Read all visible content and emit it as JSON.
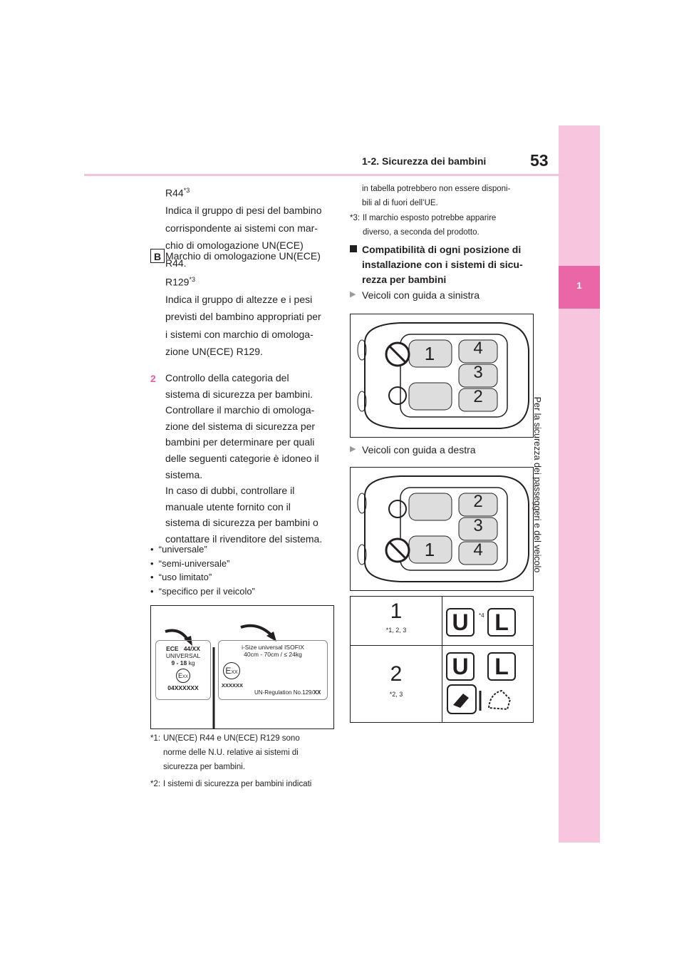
{
  "header": {
    "section": "1-2. Sicurezza dei bambini",
    "page_number": "53"
  },
  "side_tab": {
    "number": "1",
    "label": "Per la sicurezza dei passeggeri e del veicolo"
  },
  "left": {
    "r44_label": "R44",
    "r44_sup": "*3",
    "r44_desc": [
      "Indica il gruppo di pesi del bambino",
      "corrispondente ai sistemi con mar-",
      "chio di omologazione UN(ECE)",
      "R44."
    ],
    "b_marker": "B",
    "b_line1": "Marchio di omologazione UN(ECE)",
    "b_r129": "R129",
    "b_sup": "*3",
    "b_desc": [
      "Indica il gruppo di altezze e i pesi",
      "previsti del bambino appropriati per",
      "i sistemi con marchio di omologa-",
      "zione UN(ECE) R129."
    ],
    "step_num": "2",
    "step_lines": [
      "Controllo della categoria del",
      "sistema di sicurezza per bambini.",
      "Controllare il marchio di omologa-",
      "zione del sistema di sicurezza per",
      "bambini per determinare per quali",
      "delle seguenti categorie è idoneo il",
      "sistema.",
      "In caso di dubbi, controllare il",
      "manuale utente fornito con il",
      "sistema di sicurezza per bambini o",
      "contattare il rivenditore del sistema."
    ],
    "bullets": [
      "“universale”",
      "“semi-universale”",
      "“uso limitato”",
      "“specifico per il veicolo”"
    ],
    "label_left": {
      "ece": "ECE",
      "r44": "44/",
      "xx": "XX",
      "universal": "UNIVERSAL",
      "weight": "9 - 18",
      "kg": "kg",
      "emark": "E",
      "emark_xx": "XX",
      "code": "04XXXXXX"
    },
    "label_right": {
      "title": "i-Size universal ISOFIX",
      "spec": "40cm - 70cm / ≤ 24kg",
      "emark": "E",
      "emark_xx": "XX",
      "code": "XXXXXX",
      "reg": "UN-Regulation No.129/",
      "reg_xx": "XX"
    },
    "fn1_mark": "*1:",
    "fn1": [
      "UN(ECE) R44 e UN(ECE) R129 sono",
      "norme delle N.U. relative ai sistemi di",
      "sicurezza per bambini."
    ],
    "fn2_mark": "*2:",
    "fn2": "I sistemi di sicurezza per bambini indicati"
  },
  "right": {
    "fn2_cont": [
      "in tabella potrebbero non essere disponi-",
      "bili al di fuori dell’UE."
    ],
    "fn3_mark": "*3:",
    "fn3": [
      "Il marchio esposto potrebbe apparire",
      "diverso, a seconda del prodotto."
    ],
    "heading": [
      "Compatibilità di ogni posizione di",
      "installazione con i sistemi di sicu-",
      "rezza per bambini"
    ],
    "lhd": "Veicoli con guida a sinistra",
    "rhd": "Veicoli con guida a destra",
    "lhd_seats": {
      "front": "1",
      "rear_left": "4",
      "rear_center": "3",
      "rear_right": "2"
    },
    "rhd_seats": {
      "rear_left": "2",
      "rear_center": "3",
      "front": "1",
      "rear_right": "4"
    },
    "table": [
      {
        "seat": "1",
        "note": "*1, 2, 3",
        "u": "U",
        "l": "L",
        "sup": "*4"
      },
      {
        "seat": "2",
        "note": "*2, 3",
        "u": "U",
        "l": "L"
      }
    ]
  }
}
